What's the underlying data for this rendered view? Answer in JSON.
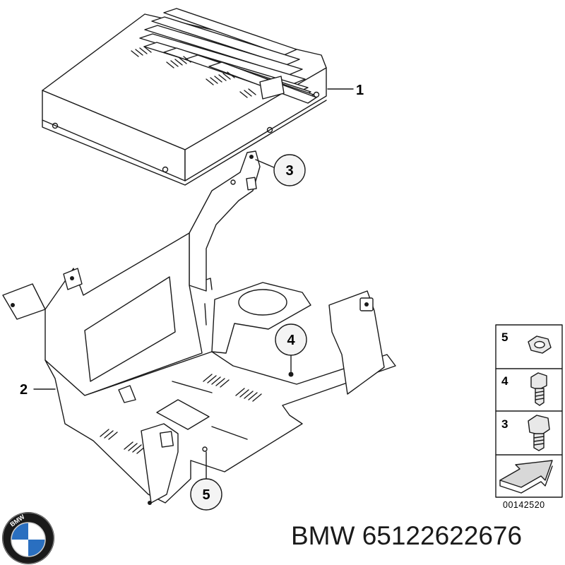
{
  "callouts": [
    {
      "id": "amplifier",
      "label": "1"
    },
    {
      "id": "bracket",
      "label": "2"
    },
    {
      "id": "bolt-top",
      "label": "3"
    },
    {
      "id": "bolt-mid",
      "label": "4"
    },
    {
      "id": "nut-bottom",
      "label": "5"
    }
  ],
  "legend_panel": {
    "items": [
      {
        "label": "5",
        "icon": "hex-nut-icon"
      },
      {
        "label": "4",
        "icon": "short-bolt-icon"
      },
      {
        "label": "3",
        "icon": "long-bolt-icon"
      }
    ],
    "arrow_icon": "forward-arrow-icon",
    "drawing_number": "00142520"
  },
  "brand": {
    "logo_letters": "BMW",
    "colors": {
      "blue": "#2a6fc0",
      "ring": "#1a1a1a"
    }
  },
  "caption": {
    "text": "BMW 65122622676"
  }
}
